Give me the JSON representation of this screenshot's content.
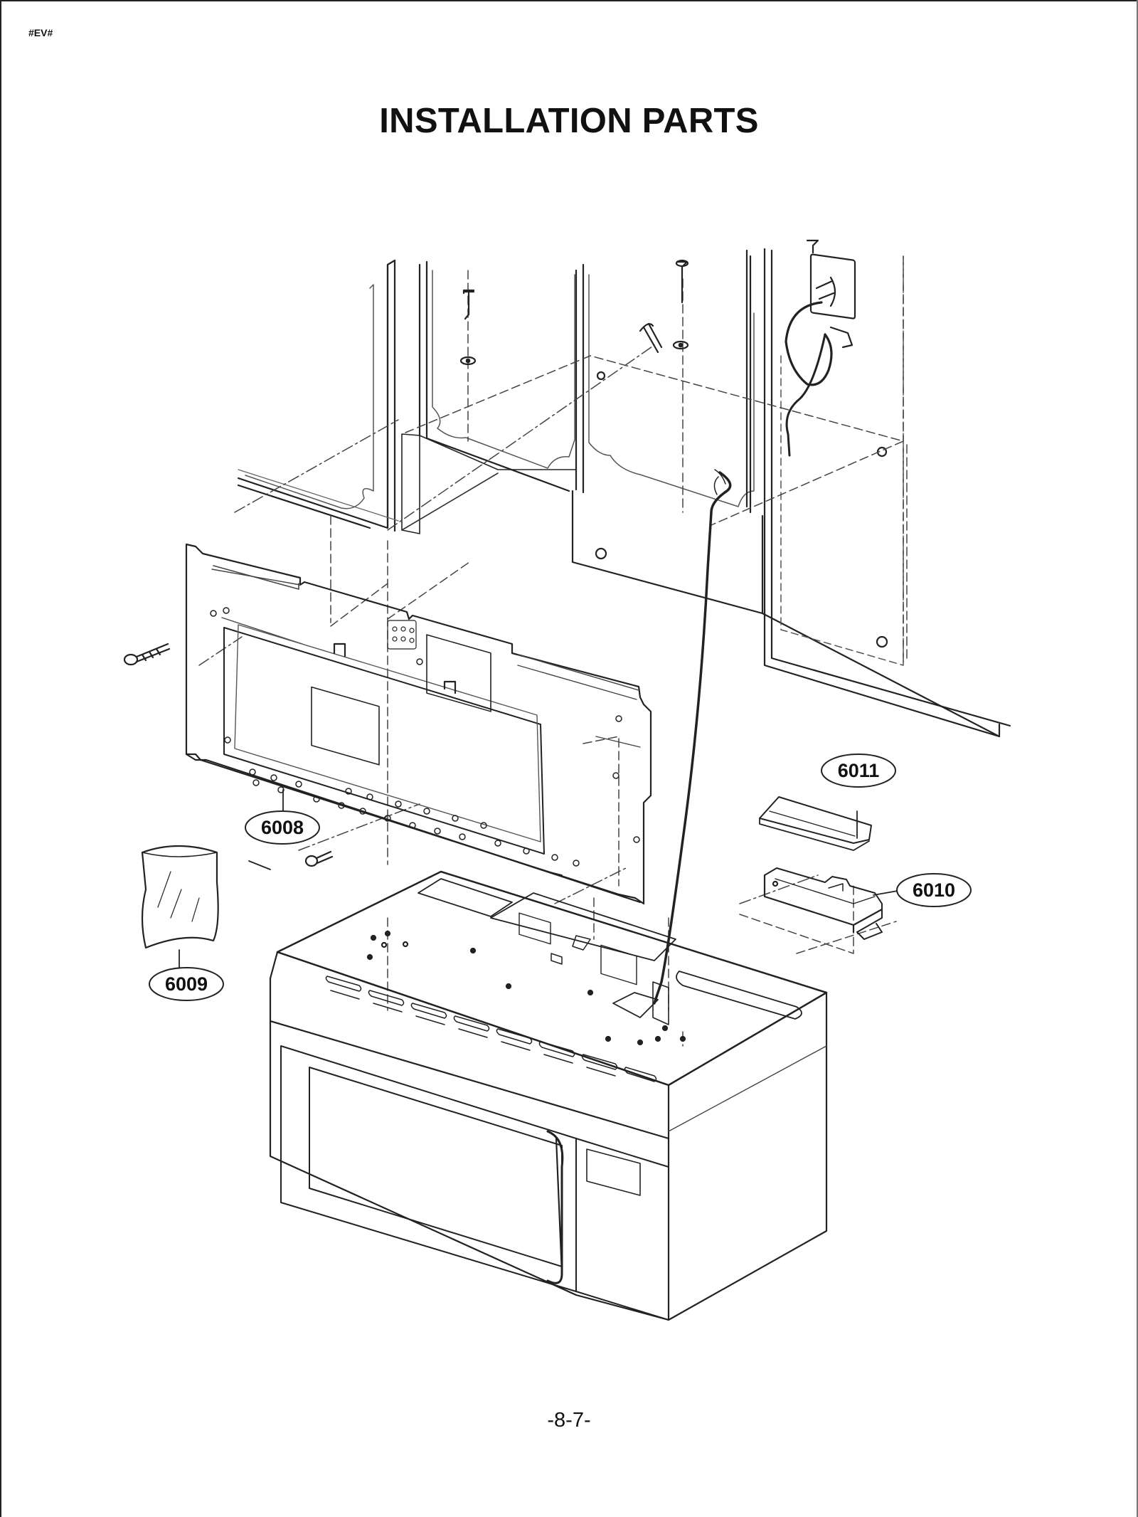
{
  "header": {
    "doc_code": "#EV#",
    "title": "INSTALLATION PARTS"
  },
  "callouts": [
    {
      "id": "6008",
      "label": "6008"
    },
    {
      "id": "6009",
      "label": "6009"
    },
    {
      "id": "6010",
      "label": "6010"
    },
    {
      "id": "6011",
      "label": "6011"
    }
  ],
  "footer": {
    "page_number": "-8-7-"
  }
}
